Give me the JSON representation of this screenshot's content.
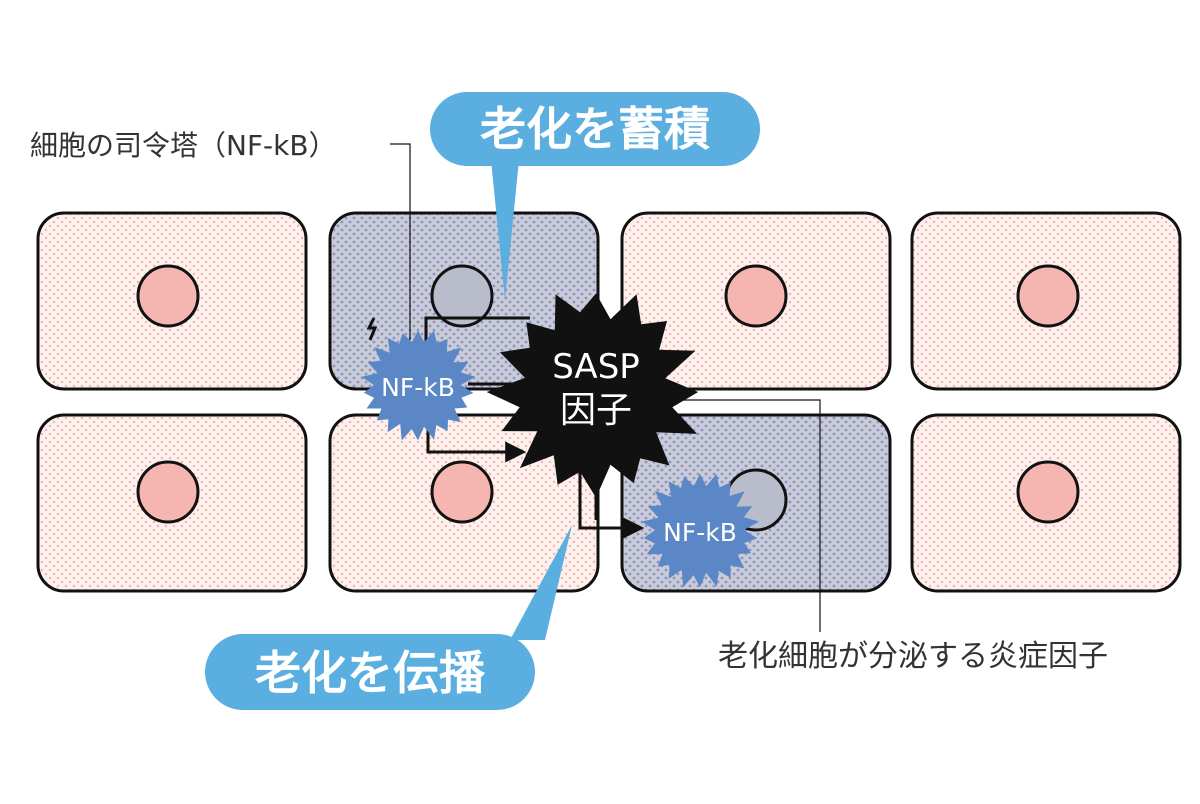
{
  "labels": {
    "nfkb_commander": "細胞の司令塔（NF-kB）",
    "sasp_description": "老化細胞が分泌する炎症因子"
  },
  "callouts": {
    "accumulate": "老化を蓄積",
    "propagate": "老化を伝播"
  },
  "sasp": {
    "line1": "SASP",
    "line2": "因子"
  },
  "nfkb_label": "NF-kB",
  "colors": {
    "healthy_cell_dots": "#f2b3aa",
    "senescent_cell_fill": "#c9ccd6",
    "senescent_cell_dots": "#8c92c4",
    "nucleus_healthy": "#f5b5b0",
    "nucleus_senescent": "#b9bccb",
    "nfkb_burst": "#5b87c6",
    "callout_blue": "#5aaee0",
    "sasp_black": "#111111"
  },
  "cells": [
    {
      "row": 1,
      "col": 1,
      "state": "healthy"
    },
    {
      "row": 1,
      "col": 2,
      "state": "senescent"
    },
    {
      "row": 1,
      "col": 3,
      "state": "healthy"
    },
    {
      "row": 1,
      "col": 4,
      "state": "healthy"
    },
    {
      "row": 2,
      "col": 1,
      "state": "healthy"
    },
    {
      "row": 2,
      "col": 2,
      "state": "healthy"
    },
    {
      "row": 2,
      "col": 3,
      "state": "senescent"
    },
    {
      "row": 2,
      "col": 4,
      "state": "healthy"
    }
  ]
}
